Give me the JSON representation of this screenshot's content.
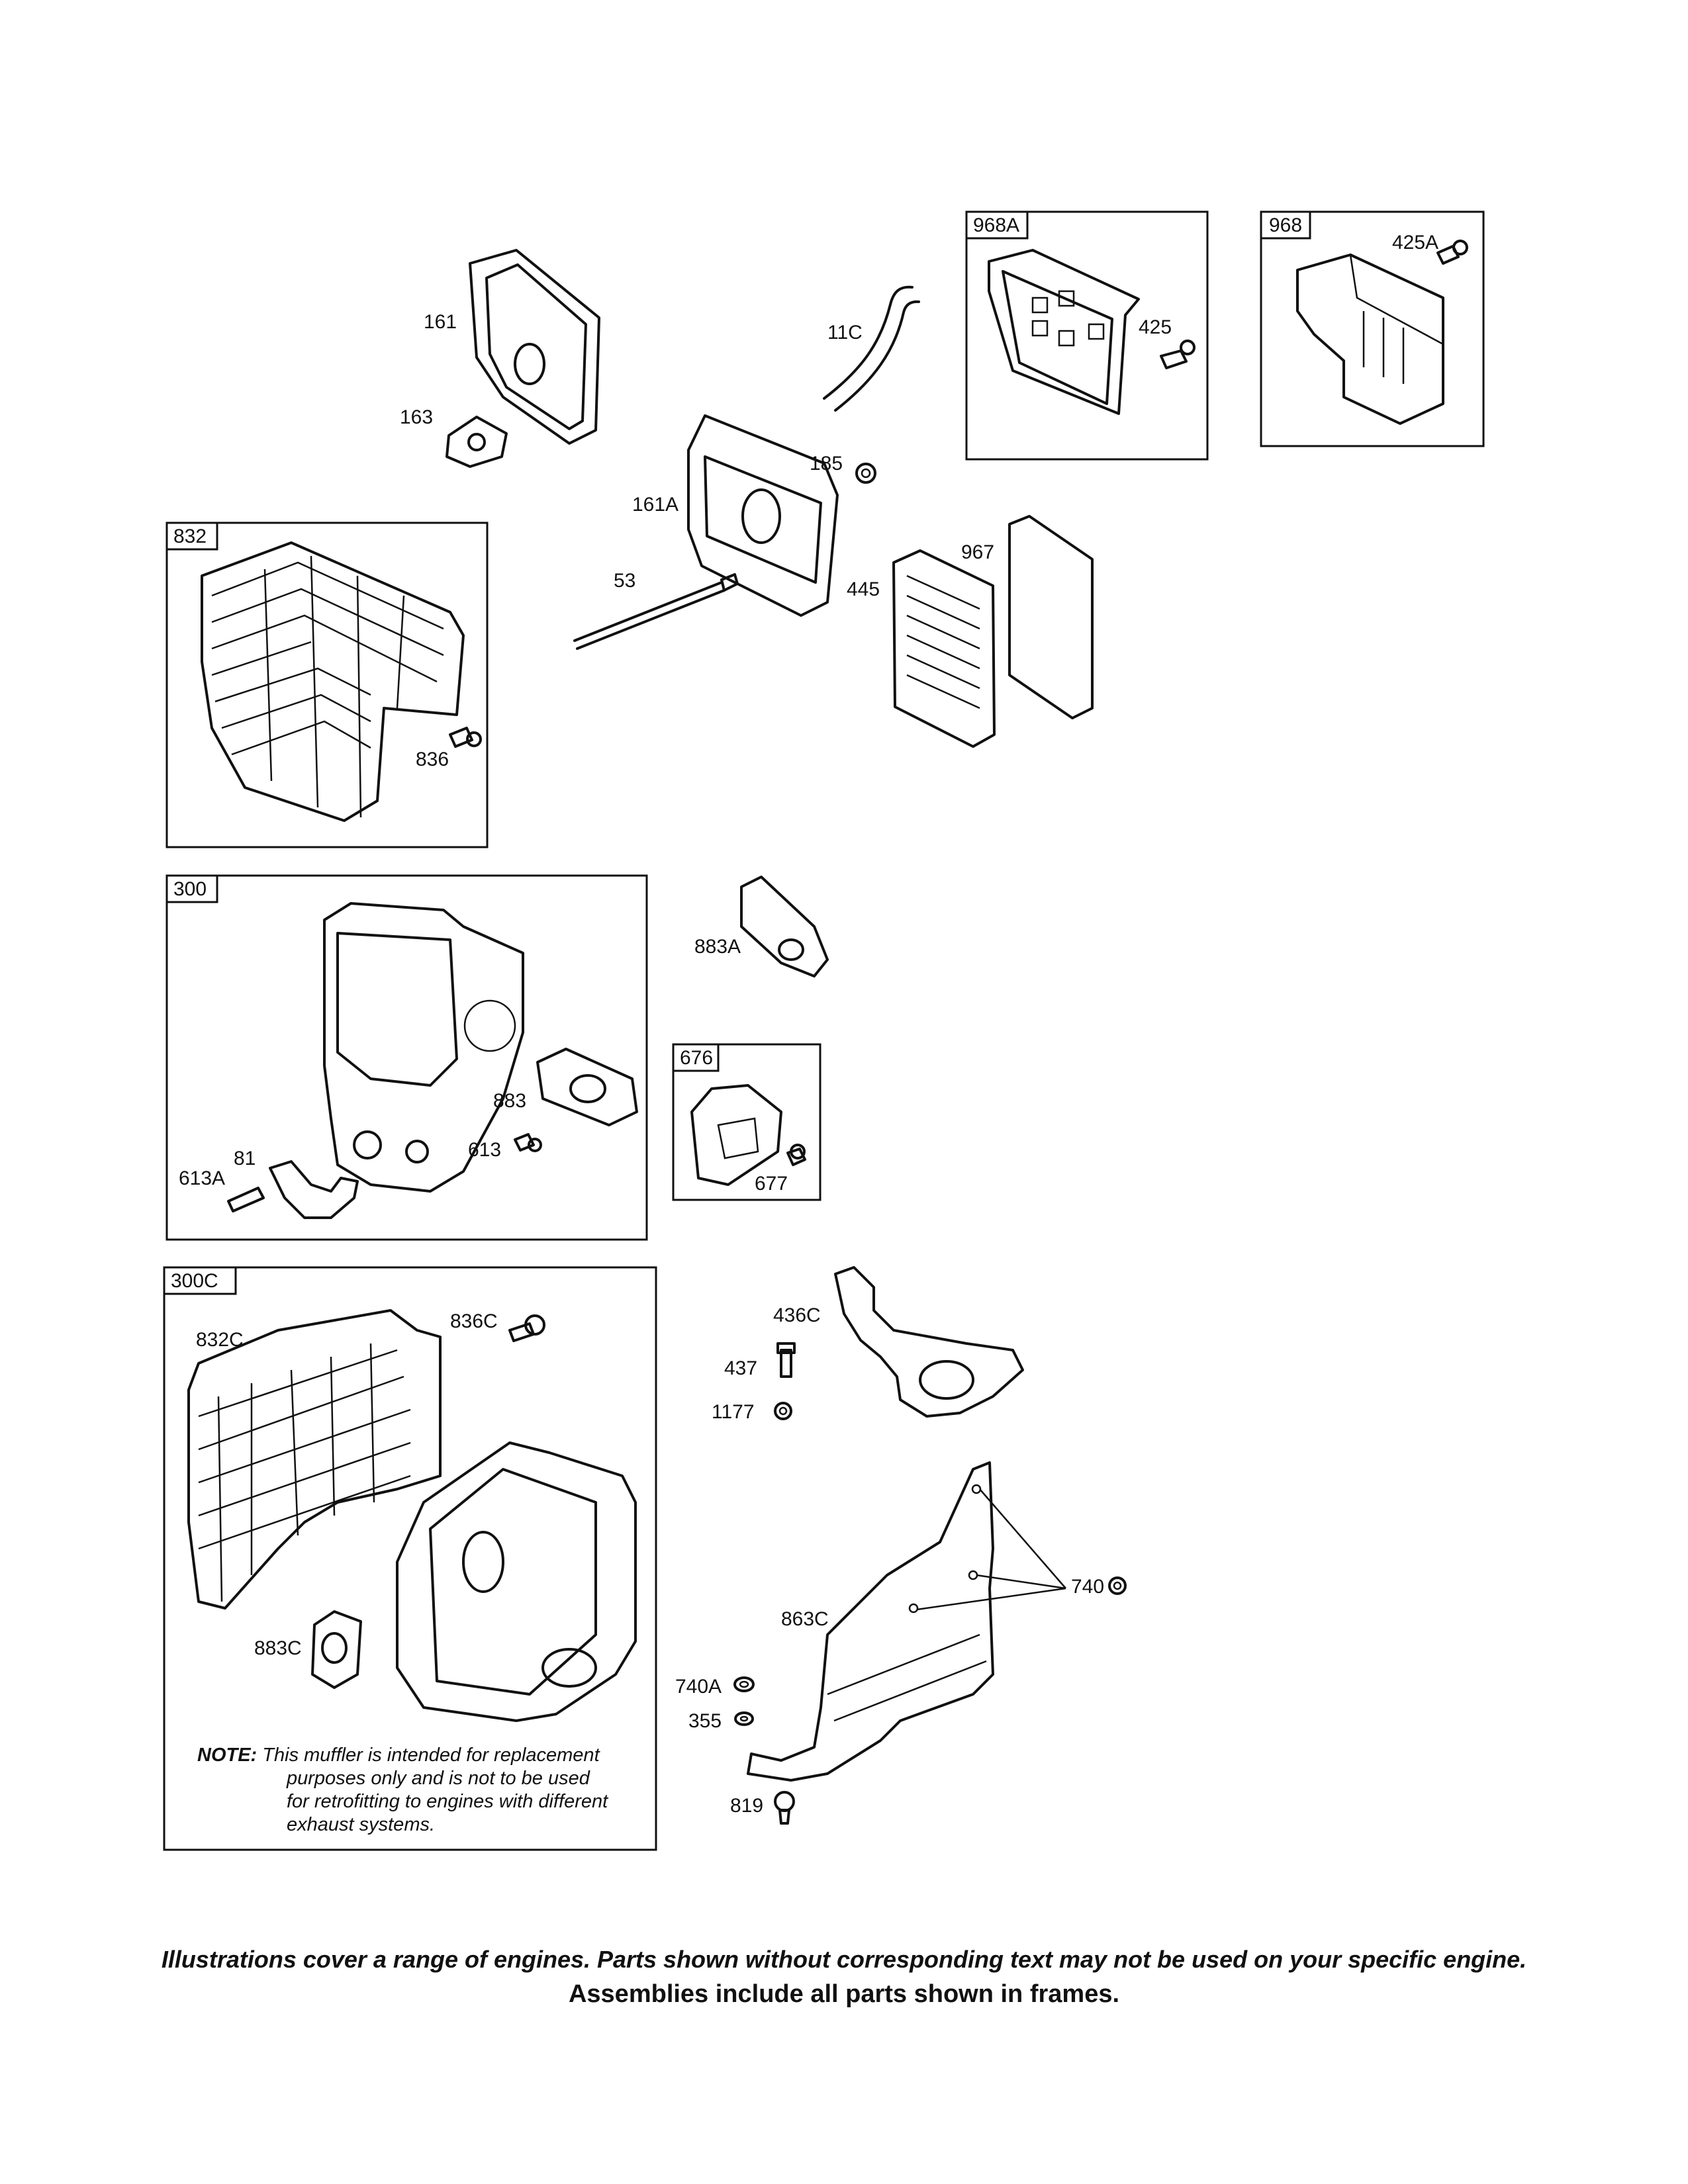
{
  "frames": {
    "f968A": "968A",
    "f968": "968",
    "f832": "832",
    "f300": "300",
    "f676": "676",
    "f300C": "300C"
  },
  "labels": {
    "l161": "161",
    "l163": "163",
    "l11C": "11C",
    "l425": "425",
    "l425A": "425A",
    "l185": "185",
    "l161A": "161A",
    "l53": "53",
    "l967": "967",
    "l445": "445",
    "l836": "836",
    "l883A": "883A",
    "l883": "883",
    "l613": "613",
    "l81": "81",
    "l613A": "613A",
    "l677": "677",
    "l836C": "836C",
    "l832C": "832C",
    "l883C": "883C",
    "l436C": "436C",
    "l437": "437",
    "l1177": "1177",
    "l740": "740",
    "l863C": "863C",
    "l740A": "740A",
    "l355": "355",
    "l819": "819"
  },
  "note": {
    "prefix": "NOTE:",
    "line1": "This muffler is intended for replacement",
    "line2": "purposes only and is not to be used",
    "line3": "for retrofitting to engines with different",
    "line4": "exhaust systems."
  },
  "footer": {
    "line1": "Illustrations cover a range of engines. Parts shown without corresponding text may not be used on your specific engine.",
    "line2": "Assemblies include all parts shown in frames."
  }
}
